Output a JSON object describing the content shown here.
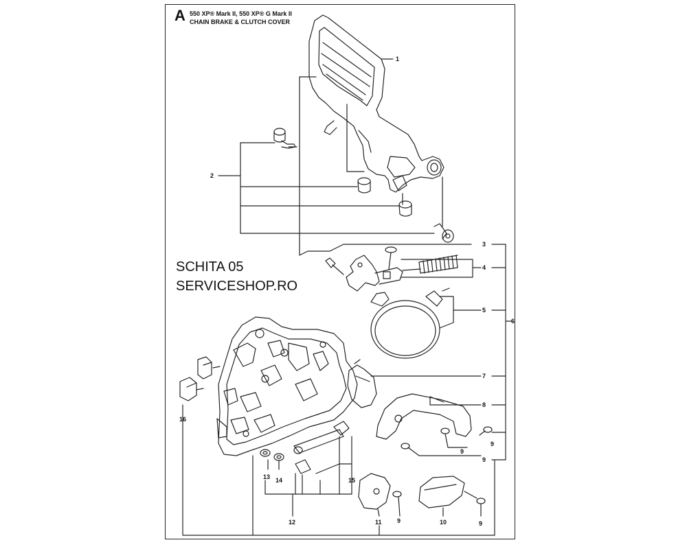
{
  "header": {
    "section_letter": "A",
    "title_line1": "550 XP® Mark II, 550 XP® G Mark II",
    "title_line2": "CHAIN BRAKE & CLUTCH COVER"
  },
  "watermark": {
    "line1": "SCHITA 05",
    "line2": "SERVICESHOP.RO"
  },
  "callouts": {
    "c1": "1",
    "c2": "2",
    "c3": "3",
    "c4": "4",
    "c5": "5",
    "c6": "6",
    "c7": "7",
    "c8": "8",
    "c9a": "9",
    "c9b": "9",
    "c9c": "9",
    "c9d": "9",
    "c9e": "9",
    "c10": "10",
    "c11": "11",
    "c12": "12",
    "c13": "13",
    "c14": "14",
    "c15": "15",
    "c16": "16"
  }
}
